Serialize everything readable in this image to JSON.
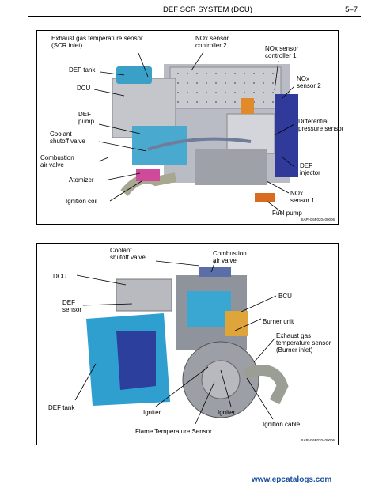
{
  "header": {
    "title": "DEF SCR SYSTEM (DCU)",
    "page": "5–7"
  },
  "figure1": {
    "labels": {
      "exhaust_gas_temp_sensor_scr": [
        "Exhaust gas temperature sensor",
        "(SCR inlet)"
      ],
      "nox_sensor_controller_2": [
        "NOx sensor",
        "controller 2"
      ],
      "nox_sensor_controller_1": [
        "NOx sensor",
        "controller 1"
      ],
      "def_tank": [
        "DEF tank"
      ],
      "nox_sensor_2": [
        "NOx",
        "sensor 2"
      ],
      "dcu": [
        "DCU"
      ],
      "def_pump": [
        "DEF",
        "pump"
      ],
      "differential_pressure_sensor": [
        "Differential",
        "pressure sensor"
      ],
      "coolant_shutoff_valve": [
        "Coolant",
        "shutoff valve"
      ],
      "combustion_air_valve": [
        "Combustion",
        "air valve"
      ],
      "def_injector": [
        "DEF",
        "injector"
      ],
      "atomizer": [
        "Atomizer"
      ],
      "nox_sensor_1": [
        "NOx",
        "sensor 1"
      ],
      "ignition_coil": [
        "Ignition coil"
      ],
      "fuel_pump": [
        "Fuel pump"
      ]
    },
    "code": "SAPH16F020400006"
  },
  "figure2": {
    "labels": {
      "coolant_shutoff_valve": [
        "Coolant",
        "shutoff valve"
      ],
      "combustion_air_valve": [
        "Combustion",
        "air valve"
      ],
      "dcu": [
        "DCU"
      ],
      "def_sensor": [
        "DEF",
        "sensor"
      ],
      "bcu": [
        "BCU"
      ],
      "burner_unit": [
        "Burner unit"
      ],
      "exhaust_gas_temp_sensor_burner": [
        "Exhaust gas",
        "temperature sensor",
        "(Burner inlet)"
      ],
      "def_tank": [
        "DEF tank"
      ],
      "igniter_left": [
        "Igniter"
      ],
      "igniter_right": [
        "Igniter"
      ],
      "ignition_cable": [
        "Ignition cable"
      ],
      "flame_temperature_sensor": [
        "Flame Temperature Sensor"
      ]
    },
    "code": "SAPH16F020400006"
  },
  "footer": {
    "site": "www.epcatalogs.com"
  }
}
